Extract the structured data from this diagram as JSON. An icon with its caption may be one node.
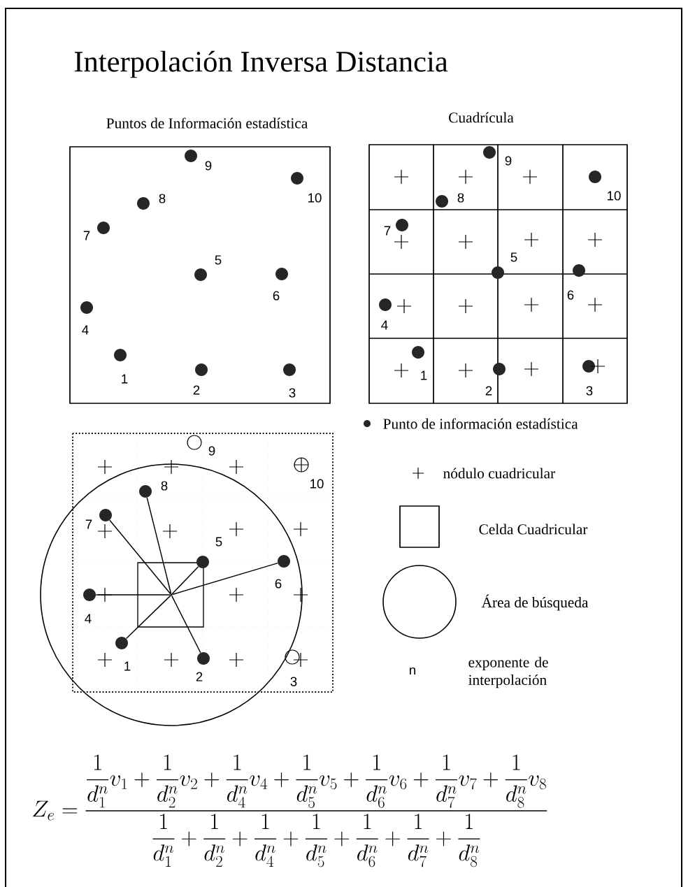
{
  "diagram": {
    "title": "Interpolación Inversa Distancia",
    "nodes": [
      {
        "text": [],
        "shape": "circle"
      },
      {
        "text": [],
        "shape": "circle",
        "beside": [
          "8"
        ]
      },
      {
        "text": [],
        "shape": "circle",
        "beside": [
          "7"
        ]
      },
      {
        "text": [],
        "shape": "circle",
        "beside": [
          "5"
        ]
      },
      {
        "text": [],
        "shape": "circle",
        "beside": [
          "6"
        ]
      },
      {
        "text": [],
        "shape": "circle",
        "beside": [
          "4"
        ]
      },
      {
        "text": [],
        "shape": "circle",
        "beside": [
          "1"
        ]
      },
      {
        "text": [],
        "shape": "circle",
        "beside": [
          "2"
        ]
      }
    ],
    "edges": [
      {
        "from": 0,
        "to": 1,
        "arrow": "none"
      },
      {
        "from": 0,
        "to": 2,
        "arrow": "none"
      },
      {
        "from": 0,
        "to": 3,
        "arrow": "none"
      },
      {
        "from": 0,
        "to": 4,
        "arrow": "none"
      },
      {
        "from": 0,
        "to": 5,
        "arrow": "none"
      },
      {
        "from": 0,
        "to": 6,
        "arrow": "none"
      },
      {
        "from": 0,
        "to": 7,
        "arrow": "none"
      }
    ],
    "labels": [
      "Puntos de Información estadística",
      "Cuadrícula",
      "9",
      "8",
      "10",
      "7",
      "5",
      "6",
      "4",
      "1",
      "2",
      "3",
      "9",
      "8",
      "10",
      "7",
      "5",
      "6",
      "4",
      "1",
      "2",
      "3",
      "9",
      "10",
      "3",
      "n",
      "Z_e = \\frac{\\dfrac{1}{d_1^n}v_1+\\dfrac{1}{d_2^n}v_2+\\dfrac{1}{d_4^n}v_4+\\dfrac{1}{d_5^n}v_5+\\dfrac{1}{d_6^n}v_6+\\dfrac{1}{d_7^n}v_7+\\dfrac{1}{d_8^n}v_8}{\\dfrac{1}{d_1^n}+\\dfrac{1}{d_2^n}+\\dfrac{1}{d_4^n}+\\dfrac{1}{d_5^n}+\\dfrac{1}{d_6^n}+\\dfrac{1}{d_7^n}+\\dfrac{1}{d_8^n}}"
    ],
    "legend": [
      {
        "text": "Punto de información estadística"
      },
      {
        "text": "nódulo cuadricular"
      },
      {
        "text": "Celda Cuadricular"
      },
      {
        "text": "Área de búsqueda"
      },
      {
        "text": "exponente de interpolación"
      }
    ]
  }
}
